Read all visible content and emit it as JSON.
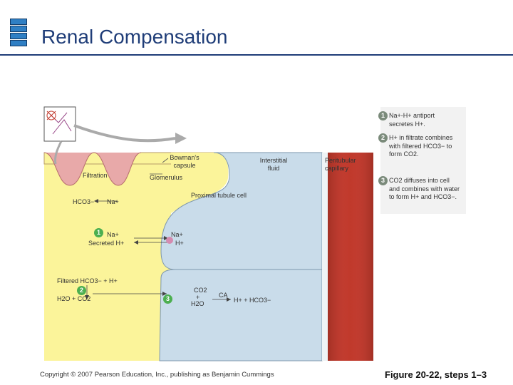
{
  "title": "Renal Compensation",
  "labels": {
    "bowmans_capsule": "Bowman's capsule",
    "interstitial_fluid": "Interstitial fluid",
    "peritubular_capillary": "Peritubular capillary",
    "filtration": "Filtration",
    "glomerulus": "Glomerulus",
    "proximal_tubule_cell": "Proximal tubule cell",
    "hco3": "HCO3−",
    "na_lumen": "Na+",
    "na_secreted": "Na+",
    "secreted_h": "Secreted H+",
    "na_cell": "Na+",
    "h_cell": "H+",
    "filtered": "Filtered HCO3− + H+",
    "h2o_co2": "H2O + CO2",
    "co2": "CO2",
    "plus": "+",
    "h2o": "H2O",
    "ca": "CA",
    "h_hco3": "H+ + HCO3−"
  },
  "steps": [
    {
      "num": "1",
      "text": "Na+-H+ antiport secretes H+."
    },
    {
      "num": "2",
      "text": "H+ in filtrate combines with filtered HCO3− to form CO2."
    },
    {
      "num": "3",
      "text": "CO2 diffuses into cell and combines with water to form H+ and HCO3−."
    }
  ],
  "markers": {
    "m1": "1",
    "m2": "2",
    "m3": "3"
  },
  "footer": "Copyright © 2007 Pearson Education, Inc., publishing as Benjamin Cummings",
  "figure": "Figure 20-22, steps 1–3",
  "colors": {
    "filtrate": "#fbf49a",
    "cell": "#c9dcea",
    "capillary": "#c0392b",
    "step_badge": "#4caf50",
    "title": "#1f3d78"
  }
}
